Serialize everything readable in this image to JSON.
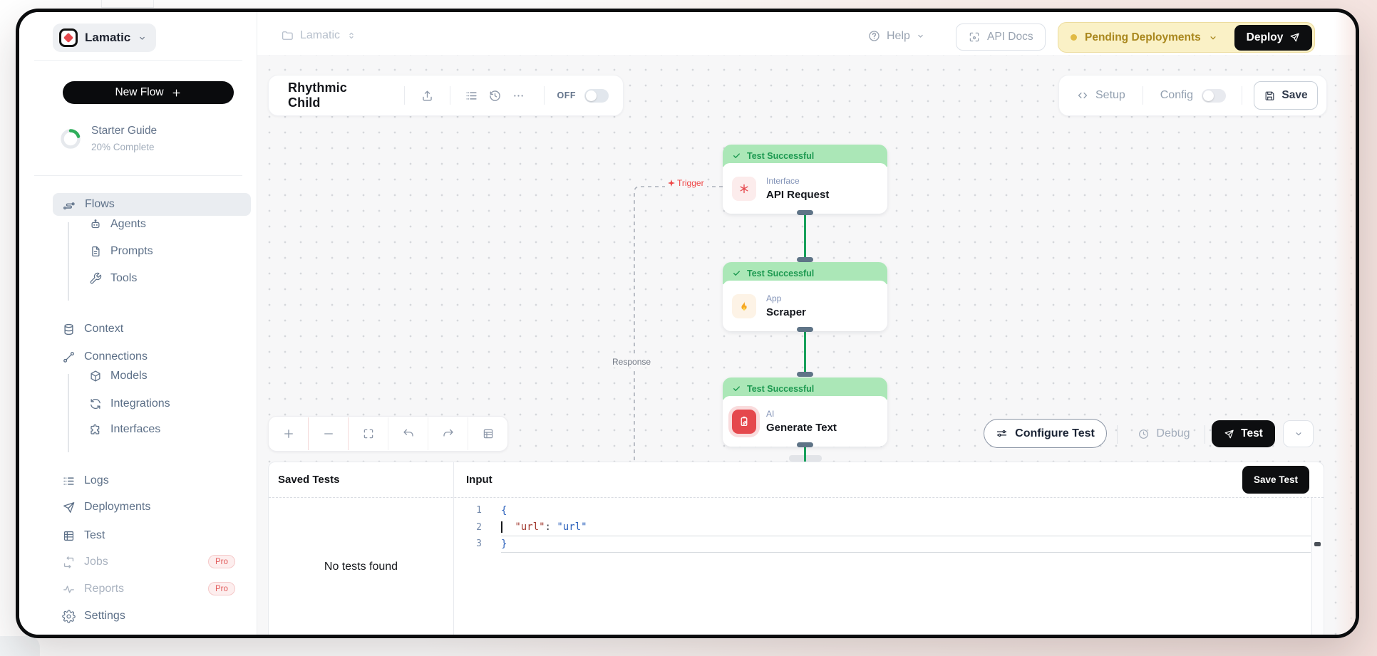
{
  "header": {
    "logo_label": "Lamatic",
    "breadcrumb_label": "Lamatic",
    "help_label": "Help",
    "api_docs_label": "API Docs",
    "pending_deployments_label": "Pending Deployments",
    "deploy_label": "Deploy"
  },
  "sidebar": {
    "new_flow_label": "New Flow",
    "starter_guide_title": "Starter Guide",
    "starter_guide_progress": "20% Complete",
    "starter_guide_percent": 20,
    "items": [
      {
        "label": "Flows"
      },
      {
        "label": "Agents"
      },
      {
        "label": "Prompts"
      },
      {
        "label": "Tools"
      },
      {
        "label": "Context"
      },
      {
        "label": "Connections"
      },
      {
        "label": "Models"
      },
      {
        "label": "Integrations"
      },
      {
        "label": "Interfaces"
      },
      {
        "label": "Logs"
      },
      {
        "label": "Deployments"
      },
      {
        "label": "Test"
      },
      {
        "label": "Jobs",
        "badge": "Pro"
      },
      {
        "label": "Reports",
        "badge": "Pro"
      },
      {
        "label": "Settings"
      }
    ]
  },
  "flow_toolbar": {
    "title": "Rhythmic Child",
    "off_label": "OFF",
    "setup_label": "Setup",
    "config_label": "Config",
    "save_label": "Save"
  },
  "canvas": {
    "trigger_label": "Trigger",
    "response_label": "Response",
    "nodes": [
      {
        "status": "Test Successful",
        "type": "Interface",
        "name": "API Request"
      },
      {
        "status": "Test Successful",
        "type": "App",
        "name": "Scraper"
      },
      {
        "status": "Test Successful",
        "type": "AI",
        "name": "Generate Text"
      }
    ]
  },
  "test_bar": {
    "configure_test_label": "Configure Test",
    "debug_label": "Debug",
    "test_label": "Test"
  },
  "bottom_panel": {
    "saved_tests_title": "Saved Tests",
    "input_title": "Input",
    "save_test_label": "Save Test",
    "empty_state_text": "No tests found",
    "code": {
      "line_numbers": [
        "1",
        "2",
        "3"
      ],
      "open_brace": "{",
      "indent": "  ",
      "key": "\"url\"",
      "separator": ": ",
      "value": "\"url\"",
      "close_brace": "}"
    }
  },
  "colors": {
    "accent_black": "#0d0e10",
    "success_green_text": "#1c9950",
    "success_green_bg": "#abe7b7",
    "connector_green": "#18a05b",
    "pending_yellow_bg": "#faf1c6",
    "pending_yellow_text": "#a9871d",
    "danger_red": "#e5484d",
    "pro_badge_red": "#e15b5b"
  }
}
